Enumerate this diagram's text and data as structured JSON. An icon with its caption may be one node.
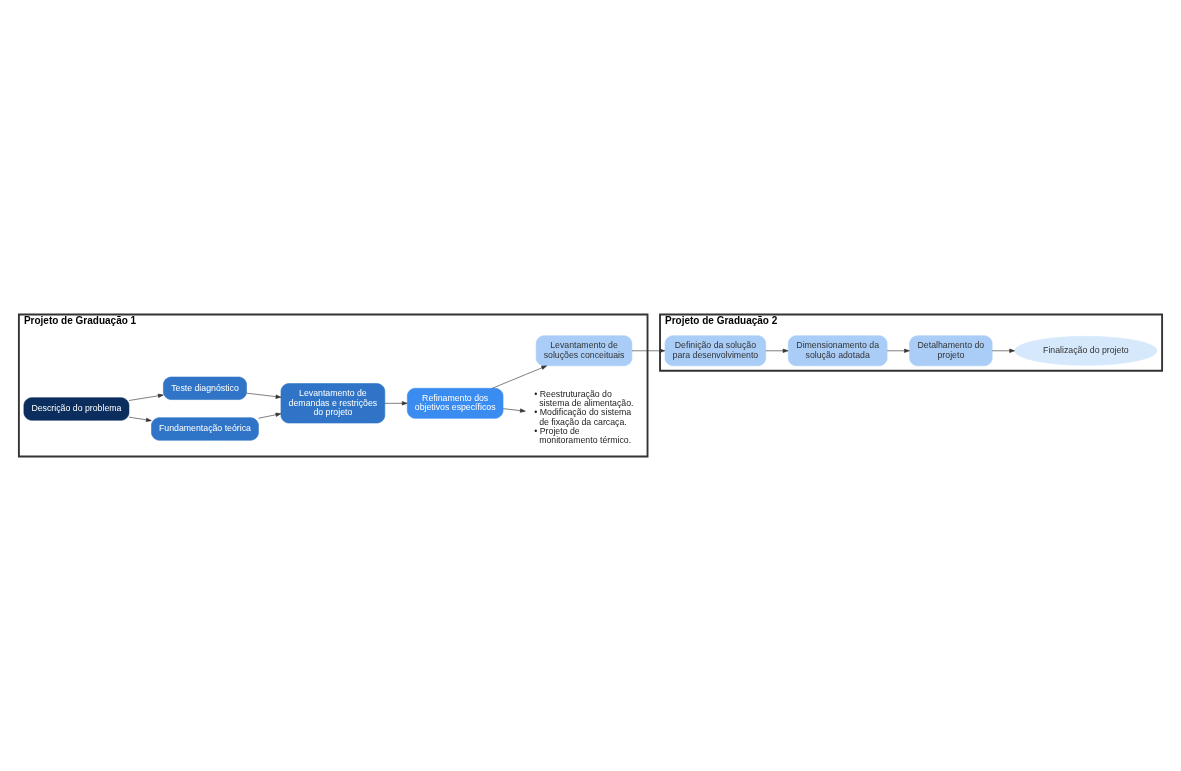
{
  "diagram": {
    "nodes": [
      {
        "text": [
          "Projeto de Graduação 1"
        ]
      },
      {
        "text": [
          "Descrição do problema"
        ],
        "in": 0
      },
      {
        "text": [
          "Fundamentação teórica"
        ],
        "in": 0
      },
      {
        "text": [
          "Teste diagnóstico"
        ],
        "in": 0
      },
      {
        "text": [
          "Levantamento de demandas e restrições do projeto"
        ],
        "in": 0
      },
      {
        "text": [
          "Refinamento dos objetivos específicos"
        ],
        "in": 0
      },
      {
        "text": [
          "• Reestruturação do sistema de alimentação.",
          "• Modificação do sistema de fixação da carcaça.",
          "• Projeto de monitoramento térmico."
        ],
        "in": 0
      },
      {
        "text": [
          "Levantamento de soluções conceituais"
        ],
        "in": 0
      },
      {
        "text": [
          "Projeto de Graduação 2"
        ]
      },
      {
        "text": [
          "Definição da solução para desenvolvimento"
        ],
        "in": 8
      },
      {
        "text": [
          "Dimensionamento da solução adotada"
        ],
        "in": 8
      },
      {
        "text": [
          "Detalhamento do projeto"
        ],
        "in": 8
      },
      {
        "text": [
          "Finalização do projeto"
        ],
        "in": 8
      }
    ],
    "edges": [
      {
        "from": 1,
        "to": 2,
        "arrow": "to"
      },
      {
        "from": 1,
        "to": 3,
        "arrow": "to"
      },
      {
        "from": 2,
        "to": 4,
        "arrow": "to"
      },
      {
        "from": 3,
        "to": 4,
        "arrow": "to"
      },
      {
        "from": 4,
        "to": 5,
        "arrow": "to"
      },
      {
        "from": 5,
        "to": 6,
        "arrow": "to"
      },
      {
        "from": 5,
        "to": 7,
        "arrow": "to"
      },
      {
        "from": 7,
        "to": 9,
        "arrow": "to"
      },
      {
        "from": 9,
        "to": 10,
        "arrow": "to"
      },
      {
        "from": 10,
        "to": 11,
        "arrow": "to"
      },
      {
        "from": 11,
        "to": 12,
        "arrow": "to"
      }
    ]
  }
}
